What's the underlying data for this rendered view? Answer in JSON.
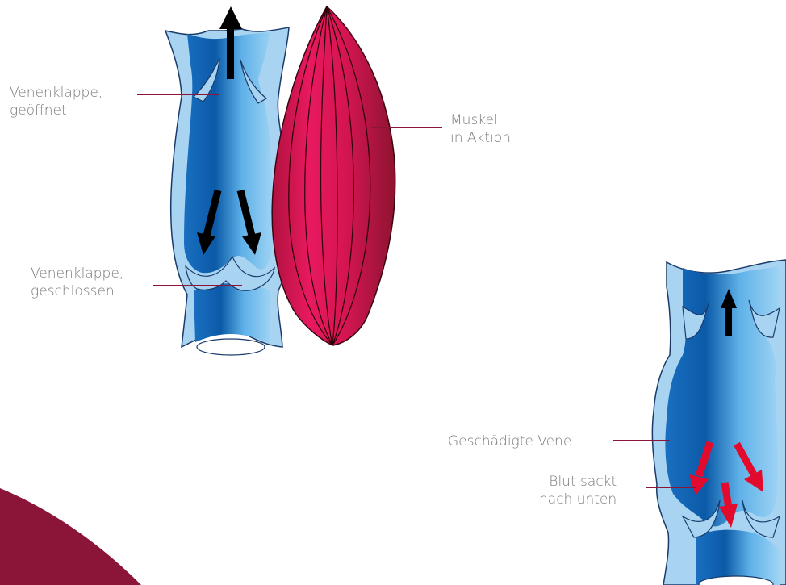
{
  "labels": {
    "valve_open": [
      "Venenklappe,",
      "geöffnet"
    ],
    "muscle": [
      "Muskel",
      "in Aktion"
    ],
    "valve_closed": [
      "Venenklappe,",
      "geschlossen"
    ],
    "damaged_vein": "Geschädigte Vene",
    "blood_sinks": [
      "Blut sackt",
      "nach unten"
    ]
  },
  "colors": {
    "leader_line": "#8a1538",
    "vein_wall": "#a8d4f2",
    "vein_wall_stroke": "#1a3a6a",
    "vein_lumen_dark": "#0a5fb0",
    "vein_lumen_light": "#7ec4ee",
    "muscle_dark": "#9c1733",
    "muscle_light": "#e2185a",
    "arrow_normal": "#000000",
    "arrow_reflux": "#e30b2d",
    "corner_shape": "#8a1538"
  },
  "icons": {
    "flow_arrow": "arrow-icon",
    "reflux_arrow": "red-arrow-icon"
  }
}
